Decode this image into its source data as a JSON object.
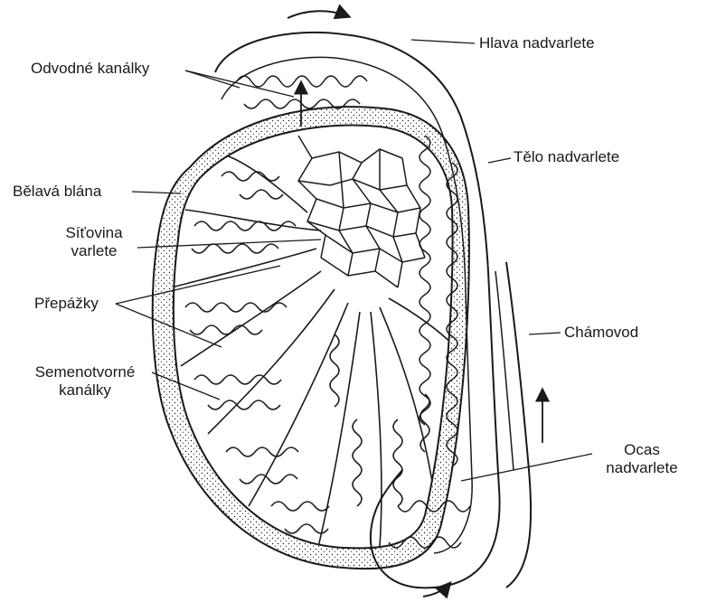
{
  "labels": {
    "hlava": "Hlava nadvarlete",
    "odvodne": "Odvodné kanálky",
    "telo": "Tělo nadvarlete",
    "belava": "Bělavá blána",
    "sitovina_1": "Síťovina",
    "sitovina_2": "varlete",
    "prepazky": "Přepážky",
    "chamovod": "Chámovod",
    "semenotvorne_1": "Semenotvorné",
    "semenotvorne_2": "kanálky",
    "ocas_1": "Ocas",
    "ocas_2": "nadvarlete"
  },
  "colors": {
    "ink": "#1a1a1a",
    "paper": "#ffffff"
  }
}
